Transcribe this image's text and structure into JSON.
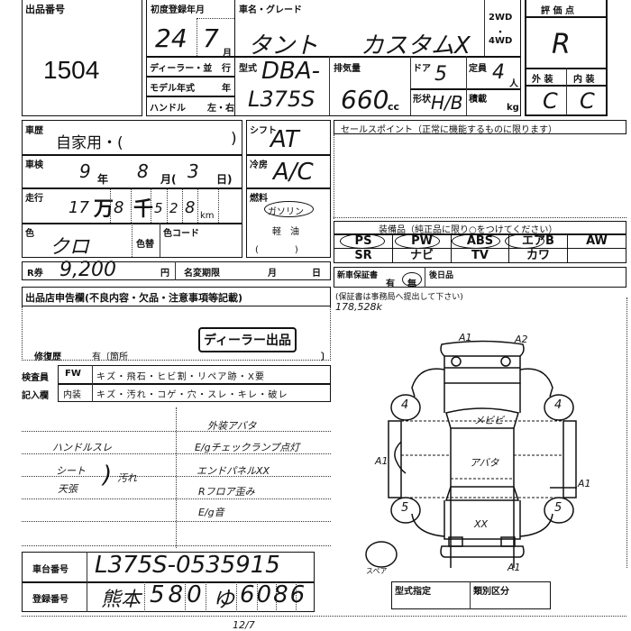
{
  "lot": {
    "label": "出品番号",
    "value": "1504"
  },
  "first_reg": {
    "label": "初度登録年月",
    "year": "24",
    "month": "7",
    "month_unit": "月"
  },
  "dealer_row": {
    "label": "ディーラー・並",
    "suffix": "行"
  },
  "model_year": {
    "label": "モデル年式",
    "suffix": "年"
  },
  "handle": {
    "label": "ハンドル",
    "options": "左・右"
  },
  "car_name": {
    "label": "車名・グレード",
    "name": "タント",
    "grade": "カスタムX"
  },
  "drive": {
    "two": "2WD",
    "dot": "・",
    "four": "4WD"
  },
  "model_code": {
    "label": "型式",
    "line1": "DBA-",
    "line2": "L375S"
  },
  "displacement": {
    "label": "排気量",
    "value": "660",
    "unit": "cc"
  },
  "doors": {
    "label": "ドア",
    "value": "5"
  },
  "capacity": {
    "label": "定員",
    "value": "4",
    "unit": "人"
  },
  "shape": {
    "label": "形状",
    "value": "H/B"
  },
  "load": {
    "label": "積載",
    "unit": "kg"
  },
  "grade_box": {
    "label": "評 価 点",
    "score": "R",
    "ext_label": "外 装",
    "int_label": "内 装",
    "ext": "C",
    "int": "C"
  },
  "history": {
    "label": "車歴",
    "text": "自家用・(",
    "close": ")"
  },
  "inspection": {
    "label": "車検",
    "year": "9",
    "year_unit": "年",
    "month": "8",
    "month_unit": "月(",
    "day": "3",
    "day_unit": "日)"
  },
  "mileage": {
    "label": "走行",
    "man": "17",
    "man_unit": "万",
    "sen": "8",
    "sen_unit": "千",
    "d1": "5",
    "d2": "2",
    "d3": "8",
    "unit": "km"
  },
  "color": {
    "label": "色",
    "value": "クロ",
    "change": "色替",
    "code_label": "色コード"
  },
  "shift": {
    "label": "シフト",
    "value": "AT"
  },
  "ac": {
    "label": "冷房",
    "value": "A/C"
  },
  "fuel": {
    "label": "燃料",
    "gas": "ガソリン",
    "diesel": "軽　油",
    "paren": "(　　　　)"
  },
  "recycle": {
    "label": "R券",
    "value": "9,200",
    "unit": "円",
    "name_change": "名変期限",
    "month": "月",
    "day": "日"
  },
  "sales_point": {
    "label": "セールスポイント（正常に機能するものに限ります）"
  },
  "equipment": {
    "label": "装備品（純正品に限り○をつけてください）",
    "row1": [
      "PS",
      "PW",
      "ABS",
      "エアB",
      "AW"
    ],
    "row2": [
      "SR",
      "ナビ",
      "TV",
      "カワ",
      ""
    ]
  },
  "warranty": {
    "label": "新車保証書",
    "yes": "有",
    "no": "無",
    "later": "後日品",
    "note": "(保証書は事務局へ提出して下さい)",
    "mileage_note": "178,528k"
  },
  "declaration": {
    "label": "出品店申告欄(不良内容・欠品・注意事項等記載)",
    "stamp": "ディーラー出品",
    "repair": "修復歴",
    "repair_yes": "有〔箇所",
    "close": "〕"
  },
  "inspector": {
    "label1": "検査員",
    "label2": "記入欄",
    "fw": "FW",
    "fw_items": "キズ・飛石・ヒビ割・リペア跡・X要",
    "int": "内装",
    "int_items": "キズ・汚れ・コゲ・穴・スレ・キレ・破レ"
  },
  "notes_left": [
    "ハンドルスレ",
    "シート",
    "天張",
    "汚れ"
  ],
  "notes_right": [
    "外装アバタ",
    "E/gチェックランプ点灯",
    "エンドパネルXX",
    "Rフロア歪み",
    "E/g音"
  ],
  "diagram": {
    "marks": [
      "A1",
      "A2",
      "4",
      "4",
      "メビビ",
      "A1",
      "アバタ",
      "A1",
      "5",
      "5",
      "XX",
      "A1"
    ],
    "spare": "スペア"
  },
  "chassis": {
    "label": "車台番号",
    "value": "L375S-0535915"
  },
  "plate": {
    "label": "登録番号",
    "area": "熊本",
    "cls": "580",
    "kana": "ゆ",
    "num": "6086",
    "bottom": "12/7"
  },
  "type_designation": {
    "label": "型式指定",
    "category": "類別区分"
  }
}
